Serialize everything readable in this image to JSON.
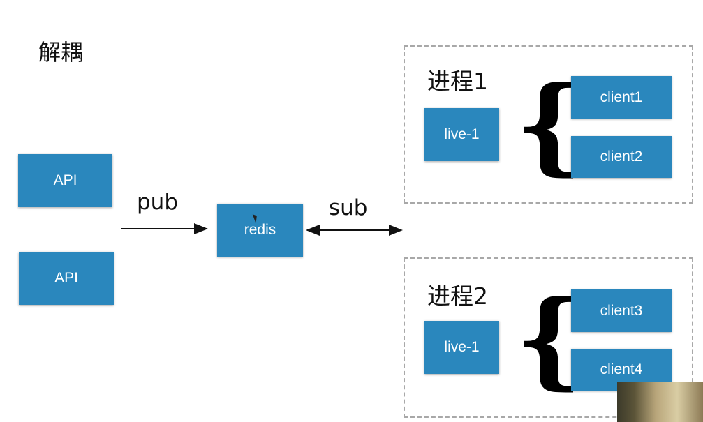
{
  "title": "解耦",
  "publishers": [
    {
      "label": "API"
    },
    {
      "label": "API"
    }
  ],
  "broker": {
    "label": "redis"
  },
  "edges": {
    "pub_label": "pub",
    "sub_label": "sub"
  },
  "processes": [
    {
      "label": "进程1",
      "service": "live-1",
      "clients": [
        "client1",
        "client2"
      ]
    },
    {
      "label": "进程2",
      "service": "live-1",
      "clients": [
        "client3",
        "client4"
      ]
    }
  ],
  "colors": {
    "node_fill": "#2a87bd",
    "node_text": "#ffffff",
    "group_border": "#a8a8a8"
  }
}
